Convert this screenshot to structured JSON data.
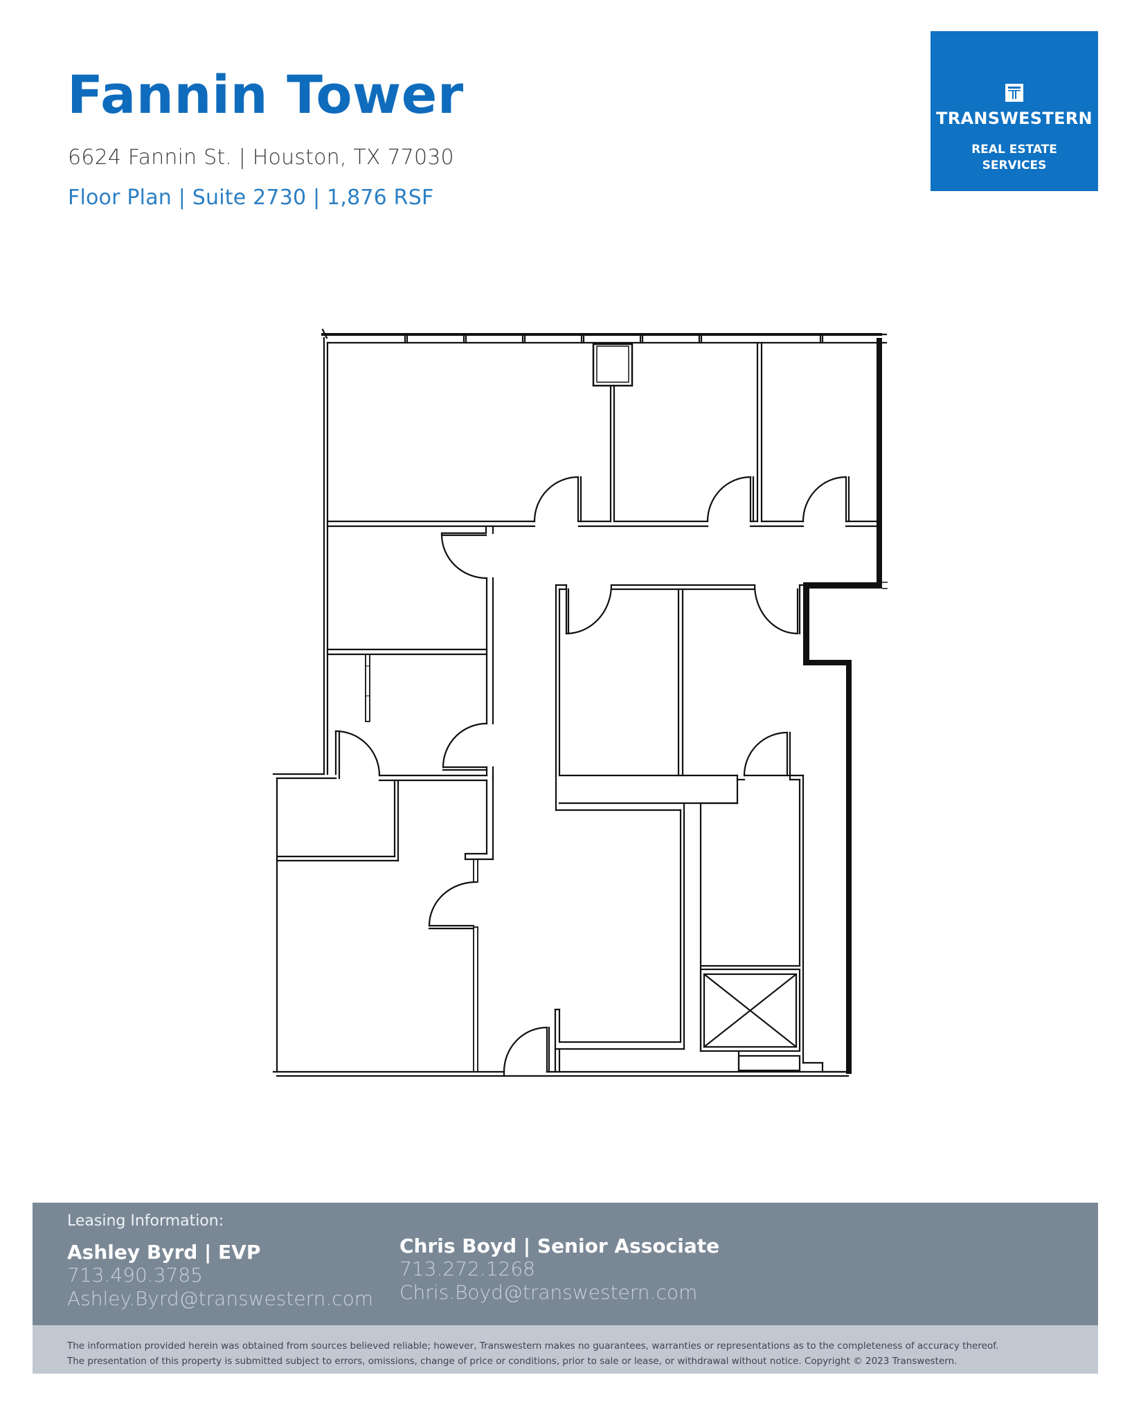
{
  "header": {
    "title": "Fannin Tower",
    "address": "6624 Fannin St. | Houston, TX 77030",
    "subtitle": "Floor Plan | Suite 2730 | 1,876 RSF"
  },
  "logo": {
    "icon": "t-logo-icon",
    "name": "TRANSWESTERN",
    "tagline_line1": "REAL ESTATE",
    "tagline_line2": "SERVICES",
    "color": "#0f72c3"
  },
  "floor_plan": {
    "suite": "Suite 2730",
    "area": "1,876 RSF",
    "elements": [
      "offices",
      "corridor",
      "doors",
      "elevator-shaft",
      "structural-shaft",
      "exterior-curtain-wall"
    ]
  },
  "footer": {
    "label": "Leasing Information:",
    "contacts": [
      {
        "name": "Ashley Byrd | EVP",
        "phone": "713.490.3785",
        "email": "Ashley.Byrd@transwestern.com"
      },
      {
        "name": "Chris Boyd | Senior Associate",
        "phone": "713.272.1268",
        "email": "Chris.Boyd@transwestern.com"
      }
    ],
    "disclaimer_line1": "The information provided herein was obtained from sources believed reliable; however, Transwestern makes no guarantees, warranties or representations as to the completeness of accuracy thereof.",
    "disclaimer_line2": "The presentation of this property is submitted subject to errors, omissions, change of price or conditions, prior to sale or lease, or withdrawal without notice. Copyright © 2023 Transwestern.",
    "band_color": "#7a8896",
    "disclaimer_color": "#c2c8d2"
  }
}
